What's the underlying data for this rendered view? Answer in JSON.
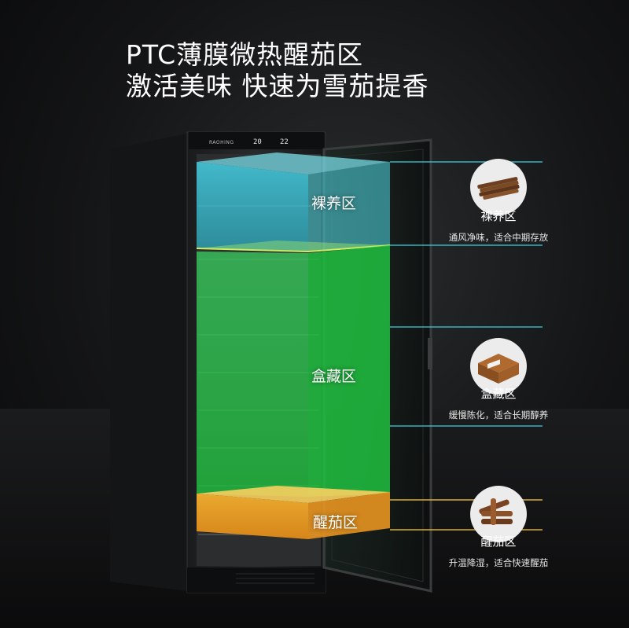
{
  "headline": {
    "line1": "PTC薄膜微热醒茄区",
    "line2": "激活美味  快速为雪茄提香"
  },
  "cabinet": {
    "brand": "RAOHING",
    "temp_display_left": "20",
    "temp_display_right": "22"
  },
  "zones": {
    "bare": "裸养区",
    "box": "盒藏区",
    "wake": "醒茄区"
  },
  "callouts": [
    {
      "title": "裸养区",
      "desc": "通风净味，适合中期存放",
      "icon": "cigar-bundle-icon"
    },
    {
      "title": "盒藏区",
      "desc": "缓慢陈化，适合长期醇养",
      "icon": "cigar-box-icon"
    },
    {
      "title": "醒茄区",
      "desc": "升温降湿，适合快速醒茄",
      "icon": "cigar-stack-icon"
    }
  ],
  "colors": {
    "bare_zone": "#3fc8d8",
    "box_zone": "#22c84a",
    "wake_zone": "#f0a020",
    "callout_line_cyan": "#3fd8e8",
    "callout_line_yellow": "#f0c030"
  }
}
